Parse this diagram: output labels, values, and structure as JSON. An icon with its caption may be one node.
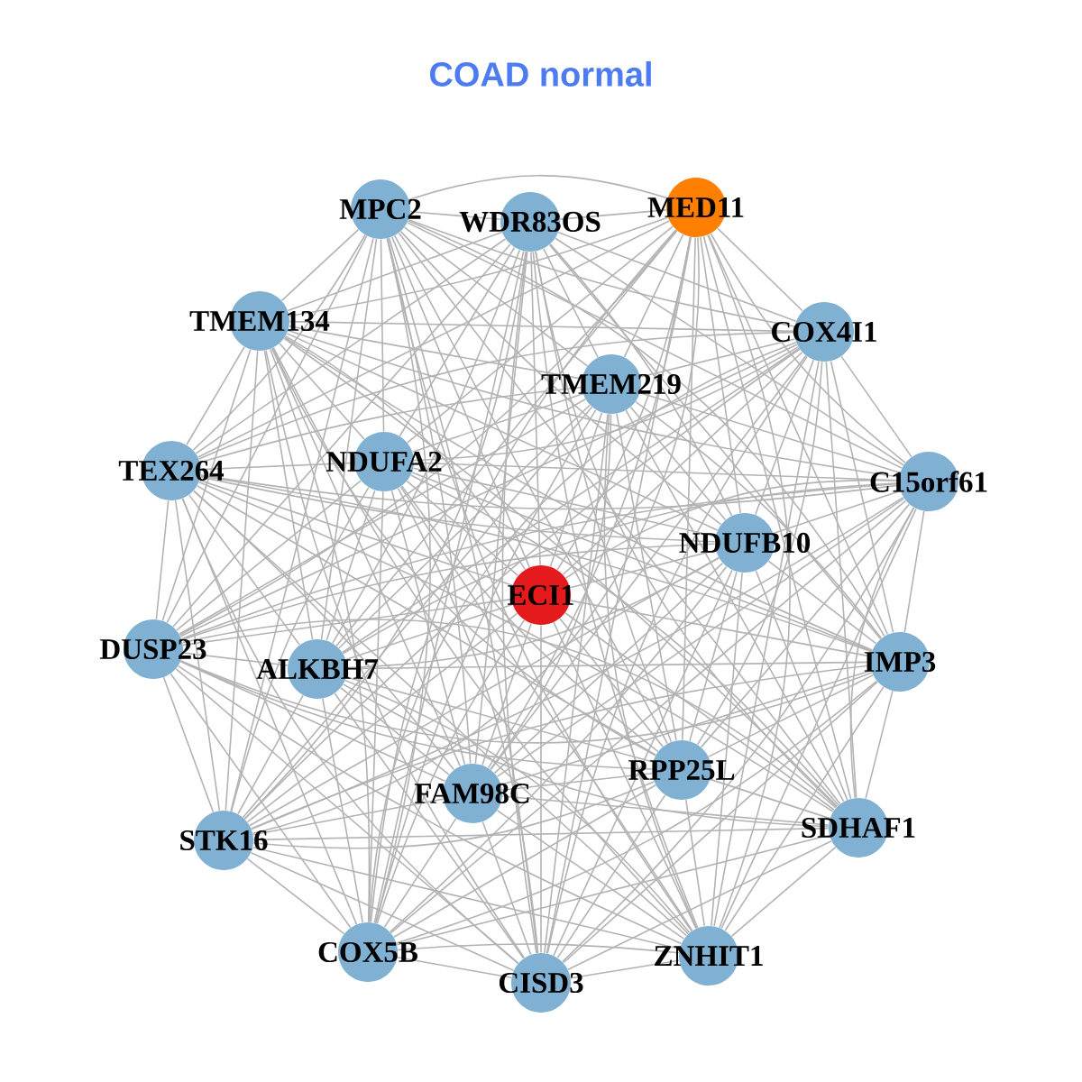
{
  "diagram": {
    "title": "COAD normal",
    "nodes": [
      {
        "text": [
          "MPC2"
        ]
      },
      {
        "text": [
          "WDR83OS"
        ]
      },
      {
        "text": [
          "MED11"
        ]
      },
      {
        "text": [
          "TMEM134"
        ]
      },
      {
        "text": [
          "COX4I1"
        ]
      },
      {
        "text": [
          "TMEM219"
        ]
      },
      {
        "text": [
          "NDUFA2"
        ]
      },
      {
        "text": [
          "TEX264"
        ]
      },
      {
        "text": [
          "C15orf61"
        ]
      },
      {
        "text": [
          "NDUFB10"
        ]
      },
      {
        "text": [
          "ECI1"
        ]
      },
      {
        "text": [
          "DUSP23"
        ]
      },
      {
        "text": [
          "ALKBH7"
        ]
      },
      {
        "text": [
          "IMP3"
        ]
      },
      {
        "text": [
          "RPP25L"
        ]
      },
      {
        "text": [
          "FAM98C"
        ]
      },
      {
        "text": [
          "SDHAF1"
        ]
      },
      {
        "text": [
          "STK16"
        ]
      },
      {
        "text": [
          "COX5B"
        ]
      },
      {
        "text": [
          "ZNHIT1"
        ]
      },
      {
        "text": [
          "CISD3"
        ]
      }
    ],
    "edges": [
      {
        "from": 0,
        "to": 1,
        "arrow": "none"
      },
      {
        "from": 0,
        "to": 2,
        "arrow": "none"
      },
      {
        "from": 0,
        "to": 3,
        "arrow": "none"
      },
      {
        "from": 0,
        "to": 4,
        "arrow": "none"
      },
      {
        "from": 0,
        "to": 5,
        "arrow": "none"
      },
      {
        "from": 0,
        "to": 6,
        "arrow": "none"
      },
      {
        "from": 0,
        "to": 7,
        "arrow": "none"
      },
      {
        "from": 0,
        "to": 8,
        "arrow": "none"
      },
      {
        "from": 0,
        "to": 9,
        "arrow": "none"
      },
      {
        "from": 0,
        "to": 10,
        "arrow": "none"
      },
      {
        "from": 0,
        "to": 11,
        "arrow": "none"
      },
      {
        "from": 0,
        "to": 12,
        "arrow": "none"
      },
      {
        "from": 0,
        "to": 13,
        "arrow": "none"
      },
      {
        "from": 0,
        "to": 14,
        "arrow": "none"
      },
      {
        "from": 0,
        "to": 15,
        "arrow": "none"
      },
      {
        "from": 0,
        "to": 16,
        "arrow": "none"
      },
      {
        "from": 0,
        "to": 17,
        "arrow": "none"
      },
      {
        "from": 0,
        "to": 18,
        "arrow": "none"
      },
      {
        "from": 0,
        "to": 19,
        "arrow": "none"
      },
      {
        "from": 0,
        "to": 20,
        "arrow": "none"
      },
      {
        "from": 1,
        "to": 2,
        "arrow": "none"
      },
      {
        "from": 1,
        "to": 3,
        "arrow": "none"
      },
      {
        "from": 1,
        "to": 4,
        "arrow": "none"
      },
      {
        "from": 1,
        "to": 5,
        "arrow": "none"
      },
      {
        "from": 1,
        "to": 6,
        "arrow": "none"
      },
      {
        "from": 1,
        "to": 7,
        "arrow": "none"
      },
      {
        "from": 1,
        "to": 8,
        "arrow": "none"
      },
      {
        "from": 1,
        "to": 9,
        "arrow": "none"
      },
      {
        "from": 1,
        "to": 10,
        "arrow": "none"
      },
      {
        "from": 1,
        "to": 11,
        "arrow": "none"
      },
      {
        "from": 1,
        "to": 12,
        "arrow": "none"
      },
      {
        "from": 1,
        "to": 13,
        "arrow": "none"
      },
      {
        "from": 1,
        "to": 14,
        "arrow": "none"
      },
      {
        "from": 1,
        "to": 15,
        "arrow": "none"
      },
      {
        "from": 1,
        "to": 16,
        "arrow": "none"
      },
      {
        "from": 1,
        "to": 17,
        "arrow": "none"
      },
      {
        "from": 1,
        "to": 18,
        "arrow": "none"
      },
      {
        "from": 1,
        "to": 19,
        "arrow": "none"
      },
      {
        "from": 1,
        "to": 20,
        "arrow": "none"
      },
      {
        "from": 2,
        "to": 3,
        "arrow": "none"
      },
      {
        "from": 2,
        "to": 4,
        "arrow": "none"
      },
      {
        "from": 2,
        "to": 5,
        "arrow": "none"
      },
      {
        "from": 2,
        "to": 6,
        "arrow": "none"
      },
      {
        "from": 2,
        "to": 7,
        "arrow": "none"
      },
      {
        "from": 2,
        "to": 8,
        "arrow": "none"
      },
      {
        "from": 2,
        "to": 9,
        "arrow": "none"
      },
      {
        "from": 2,
        "to": 10,
        "arrow": "none"
      },
      {
        "from": 2,
        "to": 11,
        "arrow": "none"
      },
      {
        "from": 2,
        "to": 12,
        "arrow": "none"
      },
      {
        "from": 2,
        "to": 13,
        "arrow": "none"
      },
      {
        "from": 2,
        "to": 14,
        "arrow": "none"
      },
      {
        "from": 2,
        "to": 15,
        "arrow": "none"
      },
      {
        "from": 2,
        "to": 16,
        "arrow": "none"
      },
      {
        "from": 2,
        "to": 17,
        "arrow": "none"
      },
      {
        "from": 2,
        "to": 18,
        "arrow": "none"
      },
      {
        "from": 2,
        "to": 19,
        "arrow": "none"
      },
      {
        "from": 2,
        "to": 20,
        "arrow": "none"
      },
      {
        "from": 3,
        "to": 4,
        "arrow": "none"
      },
      {
        "from": 3,
        "to": 5,
        "arrow": "none"
      },
      {
        "from": 3,
        "to": 6,
        "arrow": "none"
      },
      {
        "from": 3,
        "to": 7,
        "arrow": "none"
      },
      {
        "from": 3,
        "to": 8,
        "arrow": "none"
      },
      {
        "from": 3,
        "to": 9,
        "arrow": "none"
      },
      {
        "from": 3,
        "to": 10,
        "arrow": "none"
      },
      {
        "from": 3,
        "to": 11,
        "arrow": "none"
      },
      {
        "from": 3,
        "to": 12,
        "arrow": "none"
      },
      {
        "from": 3,
        "to": 13,
        "arrow": "none"
      },
      {
        "from": 3,
        "to": 14,
        "arrow": "none"
      },
      {
        "from": 3,
        "to": 15,
        "arrow": "none"
      },
      {
        "from": 3,
        "to": 16,
        "arrow": "none"
      },
      {
        "from": 3,
        "to": 17,
        "arrow": "none"
      },
      {
        "from": 3,
        "to": 18,
        "arrow": "none"
      },
      {
        "from": 3,
        "to": 19,
        "arrow": "none"
      },
      {
        "from": 3,
        "to": 20,
        "arrow": "none"
      },
      {
        "from": 4,
        "to": 5,
        "arrow": "none"
      },
      {
        "from": 4,
        "to": 6,
        "arrow": "none"
      },
      {
        "from": 4,
        "to": 7,
        "arrow": "none"
      },
      {
        "from": 4,
        "to": 8,
        "arrow": "none"
      },
      {
        "from": 4,
        "to": 9,
        "arrow": "none"
      },
      {
        "from": 4,
        "to": 10,
        "arrow": "none"
      },
      {
        "from": 4,
        "to": 11,
        "arrow": "none"
      },
      {
        "from": 4,
        "to": 12,
        "arrow": "none"
      },
      {
        "from": 4,
        "to": 13,
        "arrow": "none"
      },
      {
        "from": 4,
        "to": 14,
        "arrow": "none"
      },
      {
        "from": 4,
        "to": 15,
        "arrow": "none"
      },
      {
        "from": 4,
        "to": 16,
        "arrow": "none"
      },
      {
        "from": 4,
        "to": 17,
        "arrow": "none"
      },
      {
        "from": 4,
        "to": 18,
        "arrow": "none"
      },
      {
        "from": 4,
        "to": 19,
        "arrow": "none"
      },
      {
        "from": 4,
        "to": 20,
        "arrow": "none"
      },
      {
        "from": 5,
        "to": 6,
        "arrow": "none"
      },
      {
        "from": 5,
        "to": 7,
        "arrow": "none"
      },
      {
        "from": 5,
        "to": 8,
        "arrow": "none"
      },
      {
        "from": 5,
        "to": 9,
        "arrow": "none"
      },
      {
        "from": 5,
        "to": 10,
        "arrow": "none"
      },
      {
        "from": 5,
        "to": 11,
        "arrow": "none"
      },
      {
        "from": 5,
        "to": 12,
        "arrow": "none"
      },
      {
        "from": 5,
        "to": 13,
        "arrow": "none"
      },
      {
        "from": 5,
        "to": 14,
        "arrow": "none"
      },
      {
        "from": 5,
        "to": 15,
        "arrow": "none"
      },
      {
        "from": 5,
        "to": 16,
        "arrow": "none"
      },
      {
        "from": 5,
        "to": 17,
        "arrow": "none"
      },
      {
        "from": 5,
        "to": 18,
        "arrow": "none"
      },
      {
        "from": 5,
        "to": 19,
        "arrow": "none"
      },
      {
        "from": 5,
        "to": 20,
        "arrow": "none"
      },
      {
        "from": 6,
        "to": 7,
        "arrow": "none"
      },
      {
        "from": 6,
        "to": 8,
        "arrow": "none"
      },
      {
        "from": 6,
        "to": 9,
        "arrow": "none"
      },
      {
        "from": 6,
        "to": 10,
        "arrow": "none"
      },
      {
        "from": 6,
        "to": 11,
        "arrow": "none"
      },
      {
        "from": 6,
        "to": 12,
        "arrow": "none"
      },
      {
        "from": 6,
        "to": 13,
        "arrow": "none"
      },
      {
        "from": 6,
        "to": 14,
        "arrow": "none"
      },
      {
        "from": 6,
        "to": 15,
        "arrow": "none"
      },
      {
        "from": 6,
        "to": 16,
        "arrow": "none"
      },
      {
        "from": 6,
        "to": 17,
        "arrow": "none"
      },
      {
        "from": 6,
        "to": 18,
        "arrow": "none"
      },
      {
        "from": 6,
        "to": 19,
        "arrow": "none"
      },
      {
        "from": 6,
        "to": 20,
        "arrow": "none"
      },
      {
        "from": 7,
        "to": 8,
        "arrow": "none"
      },
      {
        "from": 7,
        "to": 9,
        "arrow": "none"
      },
      {
        "from": 7,
        "to": 10,
        "arrow": "none"
      },
      {
        "from": 7,
        "to": 11,
        "arrow": "none"
      },
      {
        "from": 7,
        "to": 12,
        "arrow": "none"
      },
      {
        "from": 7,
        "to": 13,
        "arrow": "none"
      },
      {
        "from": 7,
        "to": 14,
        "arrow": "none"
      },
      {
        "from": 7,
        "to": 15,
        "arrow": "none"
      },
      {
        "from": 7,
        "to": 16,
        "arrow": "none"
      },
      {
        "from": 7,
        "to": 17,
        "arrow": "none"
      },
      {
        "from": 7,
        "to": 18,
        "arrow": "none"
      },
      {
        "from": 7,
        "to": 19,
        "arrow": "none"
      },
      {
        "from": 7,
        "to": 20,
        "arrow": "none"
      },
      {
        "from": 8,
        "to": 9,
        "arrow": "none"
      },
      {
        "from": 8,
        "to": 10,
        "arrow": "none"
      },
      {
        "from": 8,
        "to": 11,
        "arrow": "none"
      },
      {
        "from": 8,
        "to": 12,
        "arrow": "none"
      },
      {
        "from": 8,
        "to": 13,
        "arrow": "none"
      },
      {
        "from": 8,
        "to": 14,
        "arrow": "none"
      },
      {
        "from": 8,
        "to": 15,
        "arrow": "none"
      },
      {
        "from": 8,
        "to": 16,
        "arrow": "none"
      },
      {
        "from": 8,
        "to": 17,
        "arrow": "none"
      },
      {
        "from": 8,
        "to": 18,
        "arrow": "none"
      },
      {
        "from": 8,
        "to": 19,
        "arrow": "none"
      },
      {
        "from": 8,
        "to": 20,
        "arrow": "none"
      },
      {
        "from": 9,
        "to": 10,
        "arrow": "none"
      },
      {
        "from": 9,
        "to": 11,
        "arrow": "none"
      },
      {
        "from": 9,
        "to": 12,
        "arrow": "none"
      },
      {
        "from": 9,
        "to": 13,
        "arrow": "none"
      },
      {
        "from": 9,
        "to": 14,
        "arrow": "none"
      },
      {
        "from": 9,
        "to": 15,
        "arrow": "none"
      },
      {
        "from": 9,
        "to": 16,
        "arrow": "none"
      },
      {
        "from": 9,
        "to": 17,
        "arrow": "none"
      },
      {
        "from": 9,
        "to": 18,
        "arrow": "none"
      },
      {
        "from": 9,
        "to": 19,
        "arrow": "none"
      },
      {
        "from": 9,
        "to": 20,
        "arrow": "none"
      },
      {
        "from": 10,
        "to": 11,
        "arrow": "none"
      },
      {
        "from": 10,
        "to": 12,
        "arrow": "none"
      },
      {
        "from": 10,
        "to": 13,
        "arrow": "none"
      },
      {
        "from": 10,
        "to": 14,
        "arrow": "none"
      },
      {
        "from": 10,
        "to": 15,
        "arrow": "none"
      },
      {
        "from": 10,
        "to": 16,
        "arrow": "none"
      },
      {
        "from": 10,
        "to": 17,
        "arrow": "none"
      },
      {
        "from": 10,
        "to": 18,
        "arrow": "none"
      },
      {
        "from": 10,
        "to": 19,
        "arrow": "none"
      },
      {
        "from": 10,
        "to": 20,
        "arrow": "none"
      },
      {
        "from": 11,
        "to": 12,
        "arrow": "none"
      },
      {
        "from": 11,
        "to": 13,
        "arrow": "none"
      },
      {
        "from": 11,
        "to": 14,
        "arrow": "none"
      },
      {
        "from": 11,
        "to": 15,
        "arrow": "none"
      },
      {
        "from": 11,
        "to": 16,
        "arrow": "none"
      },
      {
        "from": 11,
        "to": 17,
        "arrow": "none"
      },
      {
        "from": 11,
        "to": 18,
        "arrow": "none"
      },
      {
        "from": 11,
        "to": 19,
        "arrow": "none"
      },
      {
        "from": 11,
        "to": 20,
        "arrow": "none"
      },
      {
        "from": 12,
        "to": 13,
        "arrow": "none"
      },
      {
        "from": 12,
        "to": 14,
        "arrow": "none"
      },
      {
        "from": 12,
        "to": 15,
        "arrow": "none"
      },
      {
        "from": 12,
        "to": 16,
        "arrow": "none"
      },
      {
        "from": 12,
        "to": 17,
        "arrow": "none"
      },
      {
        "from": 12,
        "to": 18,
        "arrow": "none"
      },
      {
        "from": 12,
        "to": 19,
        "arrow": "none"
      },
      {
        "from": 12,
        "to": 20,
        "arrow": "none"
      },
      {
        "from": 13,
        "to": 14,
        "arrow": "none"
      },
      {
        "from": 13,
        "to": 15,
        "arrow": "none"
      },
      {
        "from": 13,
        "to": 16,
        "arrow": "none"
      },
      {
        "from": 13,
        "to": 17,
        "arrow": "none"
      },
      {
        "from": 13,
        "to": 18,
        "arrow": "none"
      },
      {
        "from": 13,
        "to": 19,
        "arrow": "none"
      },
      {
        "from": 13,
        "to": 20,
        "arrow": "none"
      },
      {
        "from": 14,
        "to": 15,
        "arrow": "none"
      },
      {
        "from": 14,
        "to": 16,
        "arrow": "none"
      },
      {
        "from": 14,
        "to": 17,
        "arrow": "none"
      },
      {
        "from": 14,
        "to": 18,
        "arrow": "none"
      },
      {
        "from": 14,
        "to": 19,
        "arrow": "none"
      },
      {
        "from": 14,
        "to": 20,
        "arrow": "none"
      },
      {
        "from": 15,
        "to": 16,
        "arrow": "none"
      },
      {
        "from": 15,
        "to": 17,
        "arrow": "none"
      },
      {
        "from": 15,
        "to": 18,
        "arrow": "none"
      },
      {
        "from": 15,
        "to": 19,
        "arrow": "none"
      },
      {
        "from": 15,
        "to": 20,
        "arrow": "none"
      },
      {
        "from": 16,
        "to": 17,
        "arrow": "none"
      },
      {
        "from": 16,
        "to": 18,
        "arrow": "none"
      },
      {
        "from": 16,
        "to": 19,
        "arrow": "none"
      },
      {
        "from": 16,
        "to": 20,
        "arrow": "none"
      },
      {
        "from": 17,
        "to": 18,
        "arrow": "none"
      },
      {
        "from": 17,
        "to": 19,
        "arrow": "none"
      },
      {
        "from": 17,
        "to": 20,
        "arrow": "none"
      },
      {
        "from": 18,
        "to": 19,
        "arrow": "none"
      },
      {
        "from": 18,
        "to": 20,
        "arrow": "none"
      },
      {
        "from": 19,
        "to": 20,
        "arrow": "none"
      }
    ]
  }
}
